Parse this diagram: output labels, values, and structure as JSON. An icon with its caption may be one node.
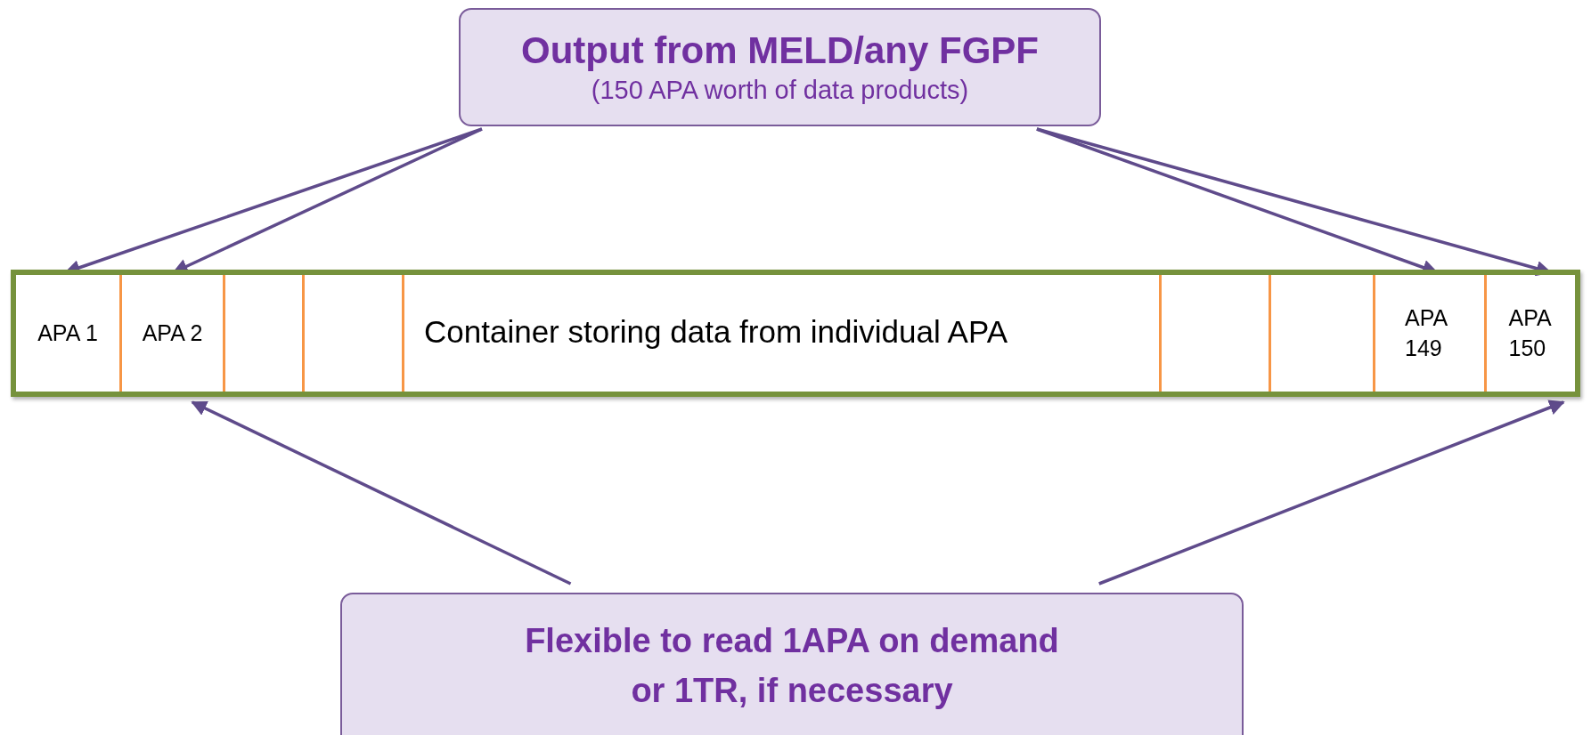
{
  "diagram": {
    "nodes": [
      {
        "text": [
          "Output from MELD/any FGPF",
          "(150 APA worth of data products)"
        ]
      },
      {
        "text": [
          "Container storing data from individual APA"
        ]
      },
      {
        "text": [
          "APA 1"
        ],
        "in": 1
      },
      {
        "text": [
          "APA 2"
        ],
        "in": 1
      },
      {
        "text": [],
        "shape": "box",
        "in": 1
      },
      {
        "text": [],
        "shape": "box",
        "in": 1
      },
      {
        "text": [],
        "shape": "box",
        "in": 1
      },
      {
        "text": [],
        "shape": "box",
        "in": 1
      },
      {
        "text": [
          "APA 149"
        ],
        "in": 1
      },
      {
        "text": [
          "APA 150"
        ],
        "in": 1
      },
      {
        "text": [
          "Flexible to read 1APA on demand or 1TR, if necessary"
        ]
      }
    ],
    "edges": [
      {
        "from": 0,
        "to": 2,
        "arrow": "to"
      },
      {
        "from": 0,
        "to": 3,
        "arrow": "to"
      },
      {
        "from": 0,
        "to": 8,
        "arrow": "to"
      },
      {
        "from": 0,
        "to": 9,
        "arrow": "to"
      },
      {
        "from": 10,
        "to": 3,
        "arrow": "to"
      },
      {
        "from": 10,
        "to": 9,
        "arrow": "to"
      }
    ]
  }
}
